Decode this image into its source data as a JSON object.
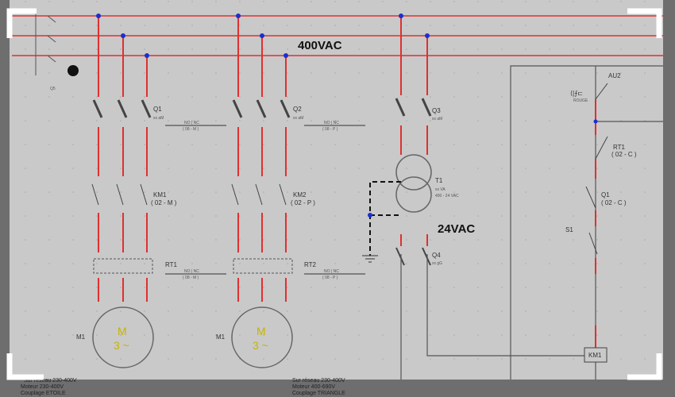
{
  "voltage_main": "400VAC",
  "voltage_control": "24VAC",
  "breakers": [
    {
      "id": "Q1",
      "rating": "xx aM",
      "contacts": "NO | NC",
      "ref": "( 08 - M )"
    },
    {
      "id": "Q2",
      "rating": "xx aM",
      "contacts": "NO | NC",
      "ref": "( 08 - P )"
    },
    {
      "id": "Q3",
      "rating": "xx aM"
    },
    {
      "id": "Q4",
      "rating": "xx gG"
    }
  ],
  "contactors": [
    {
      "id": "KM1",
      "ref": "( 02 - M )"
    },
    {
      "id": "KM2",
      "ref": "( 02 - P )"
    }
  ],
  "relays": [
    {
      "id": "RT1",
      "contacts": "NO | NC",
      "ref": "( 08 - M )"
    },
    {
      "id": "RT2",
      "contacts": "NO | NC",
      "ref": "( 08 - P )"
    }
  ],
  "transformer": {
    "id": "T1",
    "power": "xx VA",
    "ratio": "400 - 24 VAC"
  },
  "motors": [
    {
      "tag": "M1",
      "symbol": "M",
      "phase": "3 ~"
    },
    {
      "tag": "M1",
      "symbol": "M",
      "phase": "3 ~"
    }
  ],
  "switch_main": "Q5",
  "control": {
    "estop": "AU2",
    "estop_color": "ROUGE",
    "rt1": "RT1",
    "rt1_ref": "( 02 - C )",
    "q1": "Q1",
    "q1_ref": "( 02 - C )",
    "s1": "S1",
    "coil": "KM1"
  },
  "footer_left": [
    "Sur réseau 230-400V",
    "Moteur 230-400V",
    "Couplage ETOILE"
  ],
  "footer_right": [
    "Sur réseau 230-400V",
    "Moteur 400-690V",
    "Couplage TRIANGLE"
  ],
  "colors": {
    "power": "#e03030",
    "node": "#1a2fd0",
    "wire": "#555555",
    "bg": "#c9c9c9"
  }
}
